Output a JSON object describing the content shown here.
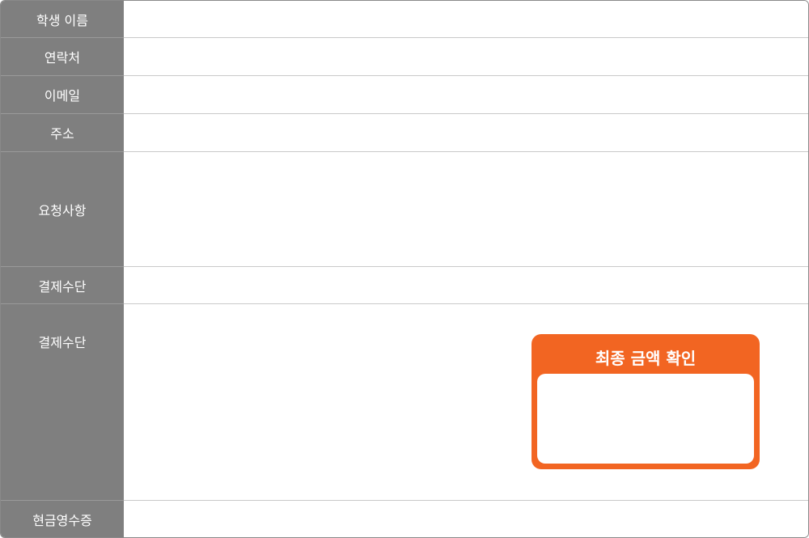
{
  "form": {
    "rows": [
      {
        "label": "학생 이름"
      },
      {
        "label": "연락처"
      },
      {
        "label": "이메일"
      },
      {
        "label": "주소"
      },
      {
        "label": "요청사항"
      },
      {
        "label": "결제수단"
      },
      {
        "label": "결제수단"
      },
      {
        "label": "현금영수증"
      }
    ]
  },
  "total_box": {
    "title": "최종 금액 확인",
    "accent_color": "#f26522"
  },
  "colors": {
    "label_bg": "#7f7f7f",
    "label_text": "#ffffff",
    "separator": "#c9c9c9"
  }
}
